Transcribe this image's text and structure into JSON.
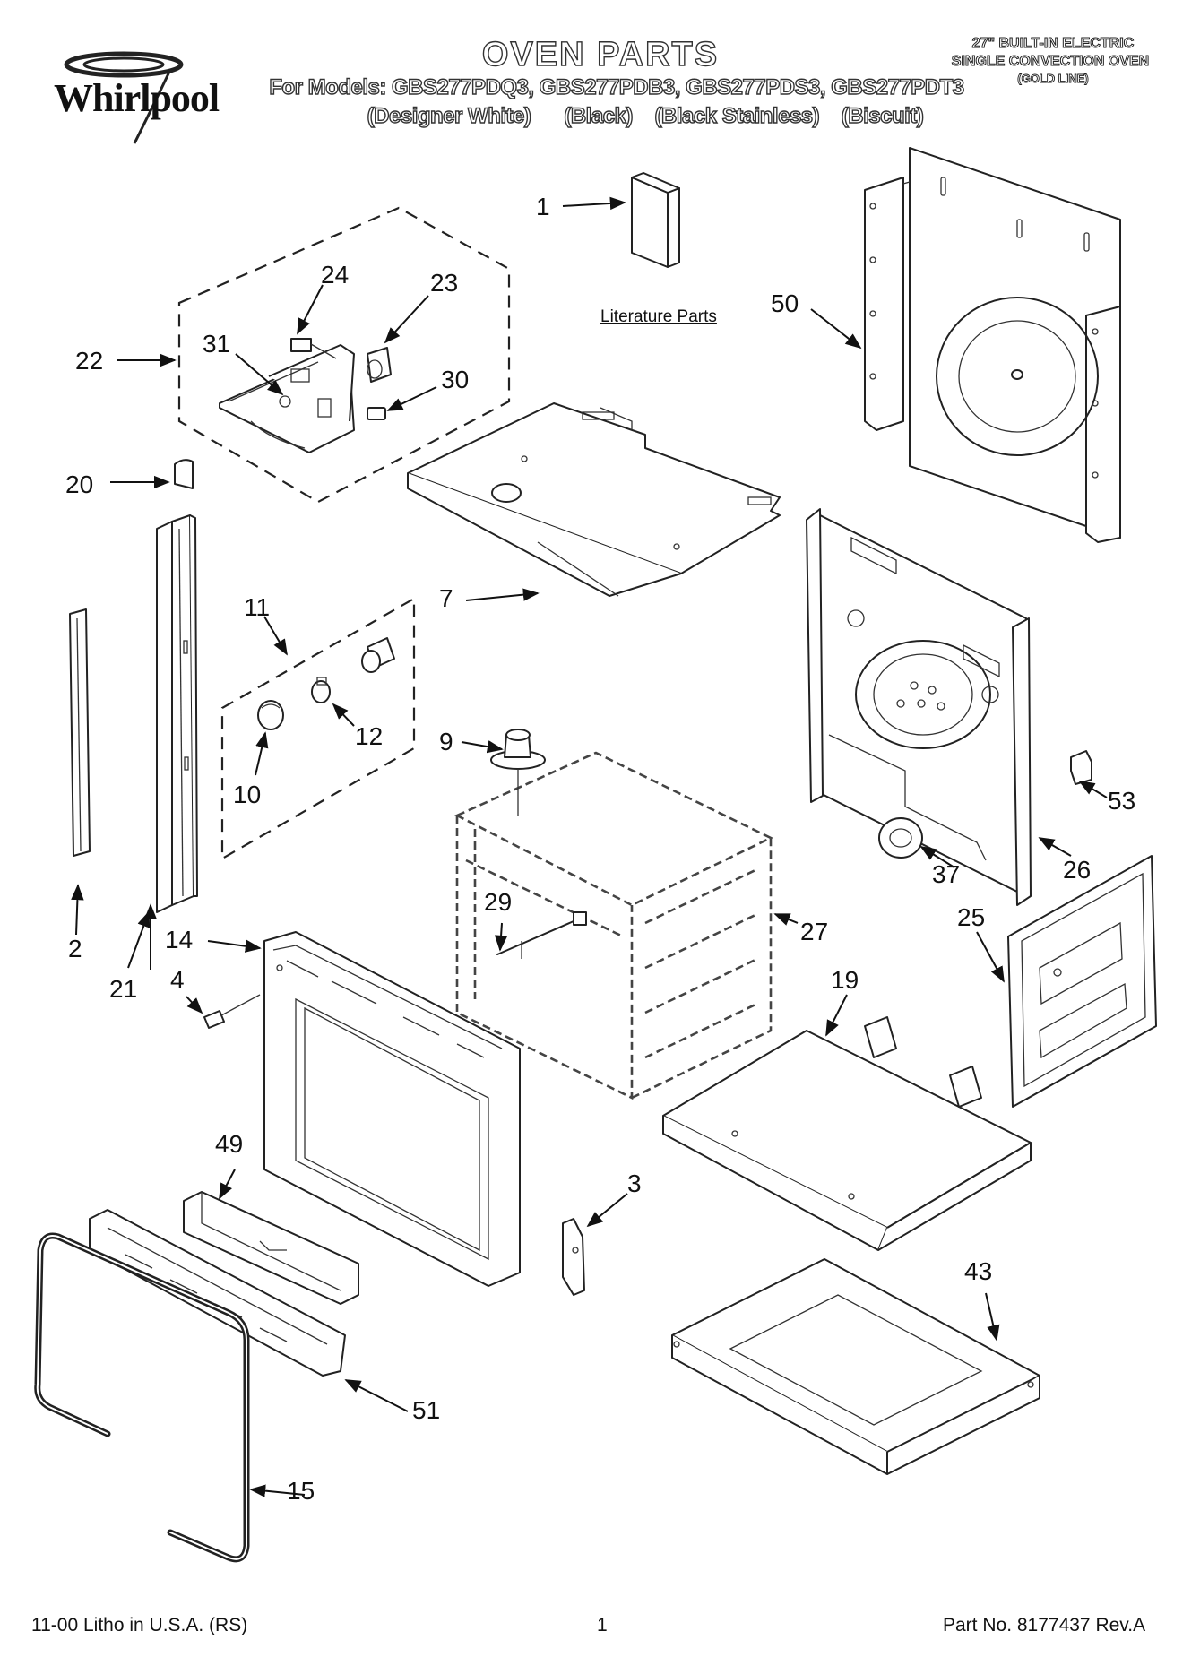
{
  "brand": {
    "name": "Whirlpool"
  },
  "header": {
    "title": "OVEN PARTS",
    "models_line": "For Models: GBS277PDQ3, GBS277PDB3, GBS277PDS3, GBS277PDT3",
    "colors_line": "(Designer White)      (Black)    (Black Stainless)    (Biscuit)",
    "product_line1": "27\" BUILT-IN ELECTRIC",
    "product_line2": "SINGLE CONVECTION OVEN",
    "product_line3": "(GOLD LINE)"
  },
  "diagram": {
    "literature_label": "Literature Parts",
    "callouts": {
      "c1": "1",
      "c2": "2",
      "c3": "3",
      "c4": "4",
      "c7": "7",
      "c9": "9",
      "c10": "10",
      "c11": "11",
      "c12": "12",
      "c14": "14",
      "c15": "15",
      "c19": "19",
      "c20": "20",
      "c21": "21",
      "c22": "22",
      "c23": "23",
      "c24": "24",
      "c25": "25",
      "c26": "26",
      "c27": "27",
      "c29": "29",
      "c30": "30",
      "c31": "31",
      "c37": "37",
      "c43": "43",
      "c49": "49",
      "c50": "50",
      "c51": "51",
      "c53": "53"
    }
  },
  "footer": {
    "litho": "11-00 Litho in U.S.A. (RS)",
    "page": "1",
    "part_no": "Part No. 8177437 Rev.A"
  }
}
